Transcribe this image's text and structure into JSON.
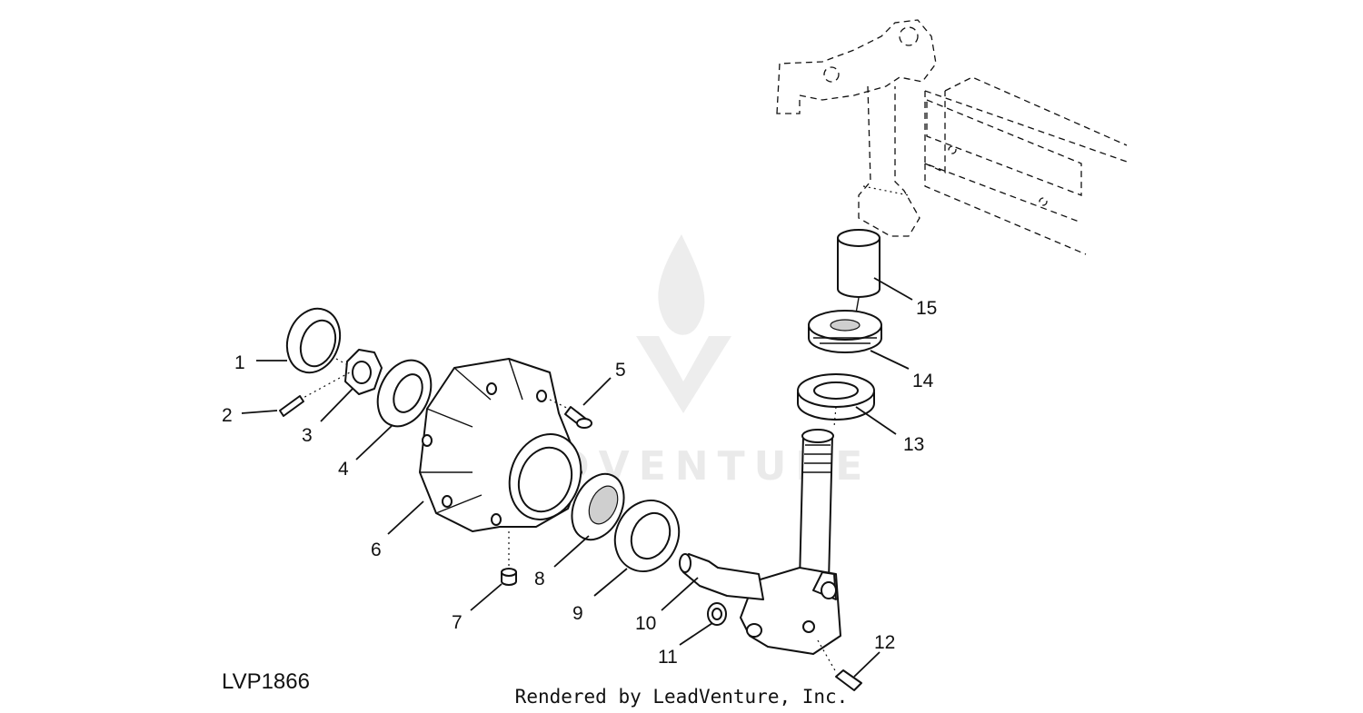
{
  "figure_id": "LVP1866",
  "credit": "Rendered by LeadVenture, Inc.",
  "watermark": "LEADVENTURE",
  "callouts": [
    "1",
    "2",
    "3",
    "4",
    "5",
    "6",
    "7",
    "8",
    "9",
    "10",
    "11",
    "12",
    "13",
    "14",
    "15"
  ]
}
